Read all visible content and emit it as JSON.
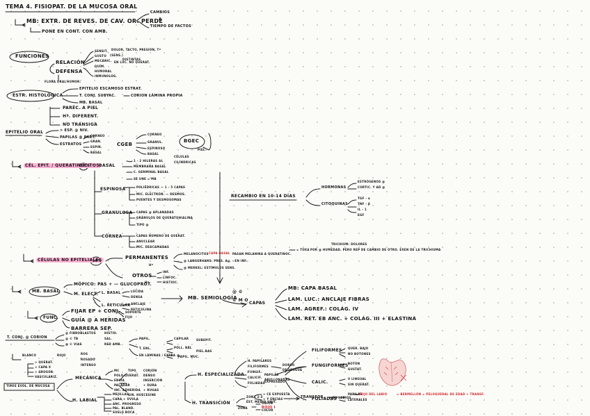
{
  "title": "TEMA 4. FISIOPAT. DE LA MUCOSA ORAL",
  "intro": {
    "mb_line": "MB: EXTR. DE REVES. DE CAV. OR. PERDE",
    "cambios_1": "CAMBIOS",
    "cambios_2": "A",
    "cambios_3": "TIEMPO DE FACTOS",
    "contact_line": "PONE EN CONT. CON AMB."
  },
  "funciones": {
    "label": "FUNCIONES",
    "relacion": "RELACIÓN",
    "defensa": "DEFENSA",
    "rel_sub_1": "SENSIT.",
    "rel_sub_1_det": "DOLOR, TACTO, PRESIÓN, Tª",
    "rel_sub_2": "GUSTO",
    "rel_sub_2_det": "(SENS.)",
    "rel_sub_2b": "DISTINTAS",
    "rel_sub_3": "MECÁNIC.",
    "rel_sub_3_det": "EN LUC. NO QUERAT.",
    "def_sub_1": "QUÍM.",
    "def_sub_2": "HUMORAL",
    "def_sub_3": "INMUNOLÓG.",
    "bottom_note": "FLORA ORAL",
    "bottom_note_2": "HUMOR."
  },
  "estr_histologica": {
    "label": "ESTR. HISTOLÓGICA",
    "item_1": "EPITELIO ESCAMOSO ESTRAT.",
    "item_2": "T. CONJ. SUBYAC.",
    "item_2_det": "CORION LÁMINA PROPIA",
    "item_3": "MB. BASAL"
  },
  "features": {
    "item_1": "PARÉC. A PIEL",
    "item_2": "Hª. DIFERENT.",
    "item_3": "NO TRANSIGA"
  },
  "epitelio_oral": {
    "label": "EPITELIO ORAL",
    "item_1": "> ESP. @ NIV.",
    "item_2": "PAPILAS @ PART.",
    "item_3": "ESTRATOS",
    "estr_1": "CORNEO",
    "estr_2": "GRAN.",
    "estr_3": "ESPIN.",
    "estr_4": "BASAL",
    "cgeb": "CGEB",
    "cgeb_1": "CORNEO",
    "cgeb_2": "GRANUL.",
    "cgeb_3": "ESPINOSO",
    "cgeb_4": "BASAL",
    "bgec": "BGEC",
    "bgec_sub": "PIEL"
  },
  "queratinocitos": {
    "label": "CÉL. EPIT. / QUERATINOCITOS",
    "percent": "90%",
    "basal_label": "BASAL",
    "basal_1": "1 - 2 HILERAS AL",
    "basal_1b": "CÉLULAS",
    "basal_1c": "CILÍNDRICAS",
    "basal_2": "MEMBRANA BASAL",
    "basal_3": "C. GERMINAL BASAL",
    "basal_4": "SE UNE = MB",
    "espinosa_label": "ESPINOSA",
    "esp_1": "POLIÉDRICAS — 1 - 5 CAPAS",
    "esp_2": "MIC. ELECTRÓN. — DESMOS.",
    "esp_3": "PUENTES Y DESMOSOMAS",
    "granulosa_label": "GRANULOSA",
    "gran_1": "CAPAS @ APLANADAS",
    "gran_2": "GRÁNULOS DE QUERATOHIALINA",
    "gran_3": "TIPO @",
    "cornea_label": "CÓRNEA",
    "cor_1": "CAPAS NÚMERO DE QUERAT.",
    "cor_2": "ANUCLEAR",
    "cor_3": "MIC. DESCAMADAS"
  },
  "recambio": {
    "label": "RECAMBIO EN 10-14 DÍAS",
    "hormonas": "HORMONAS",
    "horm_det_1": "ESTRÓGENOS @",
    "horm_det_2": "CORTIC. Y AD @",
    "citoquinas": "CITOQUINAS",
    "cito_1": "TGF - α",
    "cito_2": "TNF - β",
    "cito_3": "IL - 1",
    "cito_4": "EGF"
  },
  "no_epiteliales": {
    "label": "CÉLULAS NO EPITELIALES",
    "percent": "10%",
    "permanentes": "PERMANENTES",
    "perm_sub": "Hª",
    "perm_1a": "MELANOCITOS",
    "perm_1b": "CAPA BASAL",
    "perm_1c": "PASAN MELANINA A QUERATINOC.",
    "perm_2": "@ LANGERHANS: PRES. Ag. - EN INF.",
    "perm_3": "@ MERKEL: ESTÍMULOS SENS.",
    "otros": "OTROS",
    "otros_sub": "Hª",
    "otros_1": "INF.",
    "otros_2": "LINFOC.",
    "otros_3": "HISTIOC.",
    "trichium_1": "TRICHIUM: DOLORES",
    "trichium_2": "POR @ HUMEDAD. PERO REP DE CAMBIO DE OTRO. EXEN DE LA TRICHIUMA",
    "trichium_pre": "= TOXA"
  },
  "mb_basal": {
    "label": "MB. BASAL",
    "mopico": "MÓPICO: PAS + — GLUCOPROT.",
    "mecrt": "M. ELECT.",
    "basal_1": "L. BASAL",
    "basal_1a": "LÚCIDA",
    "basal_1b": "DENSA",
    "reticular": "L. RETICULAR",
    "ret_a": "ANCLAJE",
    "ret_b": "RETICULINA",
    "func_label": "FUNC.",
    "func_1": "FIJAR EP + CONJ.",
    "func_1b": "SOPORTE",
    "func_1c": "FIJO",
    "func_2": "GUÍA @ A HERIDAS",
    "func_3": "BARRERA SEP.",
    "mb_semiologia": "MB. SEMIOLOGÍA",
    "semi_a": "@ ©",
    "semi_b": "© M O",
    "capas": "CAPAS",
    "capas_1": "MB: CAPA BASAL",
    "capas_2": "LAM. LUC.: ANCLAJE FIBRAS",
    "capas_3": "LAM. AGREF.: COLÁG. IV",
    "capas_4": "LAM. RET. EB ANC. + COLÁG. III + ELASTINA"
  },
  "t_conj": {
    "label": "T. CONJ. @ CORION",
    "sub_1": "@ FIBROBLASTOS",
    "sub_1b": "HISTIO.",
    "sub_2": "@ © TB",
    "sub_2b": "SAL.",
    "sub_3": "@ © VIAS",
    "sub_3b": "RED AMB.",
    "papilar_1": "PAPIL.",
    "papilar_1a": "CAPILAR",
    "papilar_1b": "SUBEPIT.",
    "papilar_2": "T. ENL.",
    "papilar_2a": "POLL. BÁL",
    "papilar_2b": "PIEL.BAS",
    "papilar_3": "EN LÁMINAS / EXTRA @",
    "papilar_3b": "PAPIL. MUC.",
    "color_label": "BLANCO",
    "color_rojo": "ROJO",
    "color_rojo_sub": "ROS",
    "color_rojo_2": "ROSADO",
    "color_rojo_3": "INTENSO",
    "blanco_1": "> QUERAT.",
    "blanco_2": "> CAPA X",
    "blanco_3": "> GROSOR",
    "blanco_4": "VASCULARIZ."
  },
  "tipos": {
    "label": "TIPOS EVOL. DE MUCOSA",
    "mecanica": "MECÁNICA",
    "mec_1": "MC",
    "mec_2": "POLO QUERAT.",
    "mec_3": "ENCÍA",
    "mec_4": "PALADAR",
    "mec_5": "INC. ADHERIDA",
    "mec_5b": "SIN. HUECESINE",
    "mec_det_1": "TIPO",
    "mec_det_2": "CORIÓN",
    "mec_det_3": "DENSO",
    "mec_det_4": "INSERCIÓN",
    "mec_det_5": "+ DURA",
    "mec_det_6": "+ RUGAS",
    "h_labial": "H. LABIAL",
    "lab_1": "MEJILLAS",
    "lab_2": "CARA + ÚVULA",
    "lab_3": "ANC. PROGRESO",
    "lab_4": "PAL. BLAND.",
    "lab_5": "SUELO BOCA"
  },
  "especializada": {
    "label": "H. ESPECIALIZADA",
    "sub_1": "H. PAPILARES",
    "sub_1a": "DORSO",
    "sub_1b": "DE LENGUA",
    "sub_2": "FILIFORMES",
    "sub_3": "FUNGIF.",
    "sub_4": "CALICIF.",
    "sub_5": "FOLIADAS",
    "sub_1_det": "PAPILAS",
    "sub_1_det2": "ABULLONADAS",
    "papila_1": "FILIFORMES",
    "papila_2": "FUNGIFORMES",
    "papila_3": "CALIC.",
    "papila_4": "FOLIADAS",
    "papila_mini_1": "QUER. BAJO",
    "papila_mini_2": "NO BOTONES",
    "papila_mini_3": "BOTÓN",
    "papila_mini_4": "GUSTAT.",
    "papila_mini_5": "V LINGUAL",
    "papila_mini_6": "SIN QUERAT.",
    "papila_mini_7": "PAPILAS",
    "papila_mini_8": "LATERALES"
  },
  "transicion": {
    "label": "H. TRANSICIÓN",
    "sub_1": "ZONA 2-3",
    "sub_1b": "EST. MEDIO UNIT.",
    "sub_2": "ZONA",
    "sub_2b": "UNIÓN",
    "sub_2c": "COLOR",
    "result_1": "> CE EXPUESTA",
    "result_2": "> Y ENCÍAS",
    "result_note": "EXPRESADO",
    "red_note": "ROJO I",
    "trans_text": "TRANSFOR.",
    "trans_mid": "— EN LABIOS",
    "trans_red": "ROJO DEL LABIO",
    "trans_red_2": "= BERMELLÓN = PELUQUERAL DE EDAD + TRANSF."
  }
}
